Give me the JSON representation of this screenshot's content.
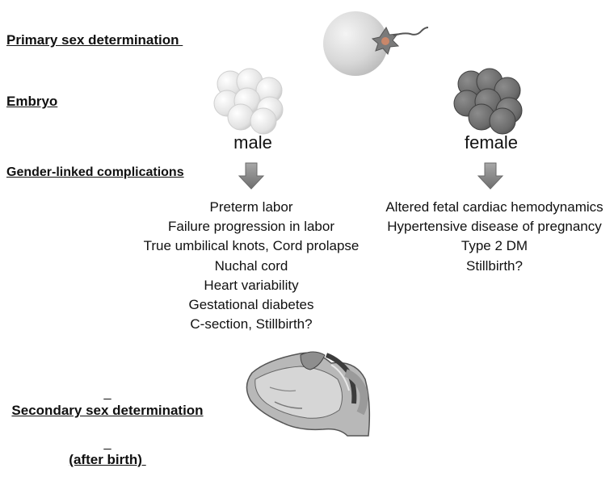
{
  "labels": {
    "primary": "Primary sex determination ",
    "embryo": "Embryo",
    "gender_linked": "Gender-linked complications",
    "secondary_line1": "Secondary sex determination",
    "secondary_line2": "(after birth) "
  },
  "male": {
    "label": "male",
    "complications": [
      "Preterm labor",
      "Failure progression in labor",
      "True umbilical knots, Cord prolapse",
      "Nuchal cord",
      "Heart variability",
      "Gestational diabetes",
      "C-section, Stillbirth?"
    ]
  },
  "female": {
    "label": "female",
    "complications": [
      "Altered fetal cardiac hemodynamics",
      "Hypertensive disease of pregnancy",
      "Type 2 DM",
      "Stillbirth?"
    ]
  },
  "colors": {
    "male_cell": "#e4e4e4",
    "female_cell": "#6e6e6e",
    "arrow": "#8a8a8a",
    "egg": "#d2d2d2",
    "sperm": "#7a7a7a"
  }
}
